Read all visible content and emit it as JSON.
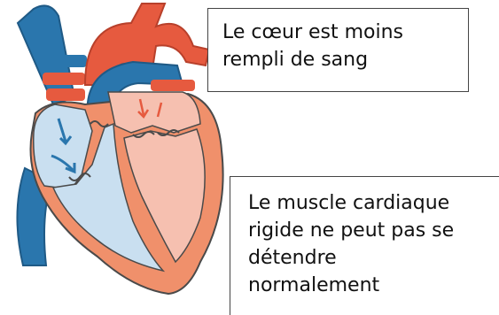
{
  "callouts": {
    "top": {
      "lines": [
        "Le cœur est moins",
        "rempli de sang"
      ]
    },
    "bottom": {
      "lines": [
        "Le muscle cardiaque",
        "rigide ne peut pas se",
        "détendre",
        "normalement"
      ]
    }
  },
  "colors": {
    "vein_blue": "#2a76ad",
    "artery_red": "#e65a3f",
    "muscle_orange": "#f0906b",
    "chamber_blue": "#c9dff0",
    "chamber_pink": "#f6c0b0",
    "outline": "#4a4a4a"
  }
}
